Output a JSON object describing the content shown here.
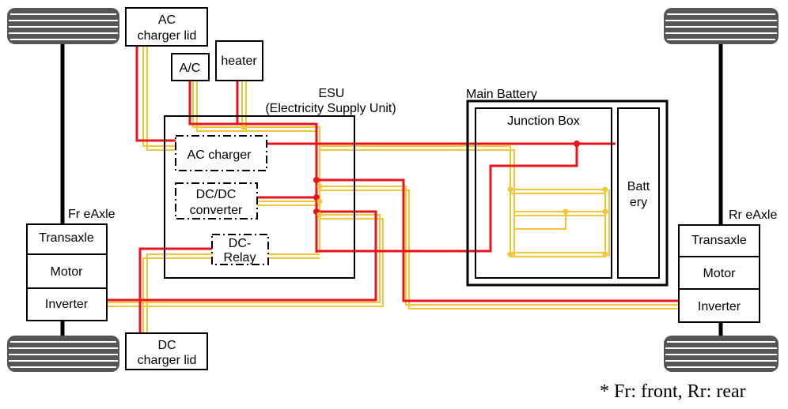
{
  "colors": {
    "red": "#e8141c",
    "yellow": "#f3c634",
    "black": "#000000",
    "tire": "#555555"
  },
  "icons": {
    "tire": "tire-icon"
  },
  "labels": {
    "ac_lid_1": "AC",
    "ac_lid_2": "charger lid",
    "ac_unit": "A/C",
    "heater": "heater",
    "esu_title": "ESU",
    "esu_sub": "(Electricity Supply Unit)",
    "ac_charger": "AC charger",
    "dcdc_1": "DC/DC",
    "dcdc_2": "converter",
    "relay_1": "DC-",
    "relay_2": "Relay",
    "main_battery": "Main Battery",
    "junction_box": "Junction Box",
    "battery_1": "Batt",
    "battery_2": "ery",
    "fr_eaxle": "Fr eAxle",
    "rr_eaxle": "Rr eAxle",
    "fr_transaxle": "Transaxle",
    "fr_motor": "Motor",
    "fr_inverter": "Inverter",
    "rr_transaxle": "Transaxle",
    "rr_motor": "Motor",
    "rr_inverter": "Inverter",
    "dc_lid_1": "DC",
    "dc_lid_2": "charger lid",
    "footnote": "* Fr: front, Rr: rear"
  }
}
